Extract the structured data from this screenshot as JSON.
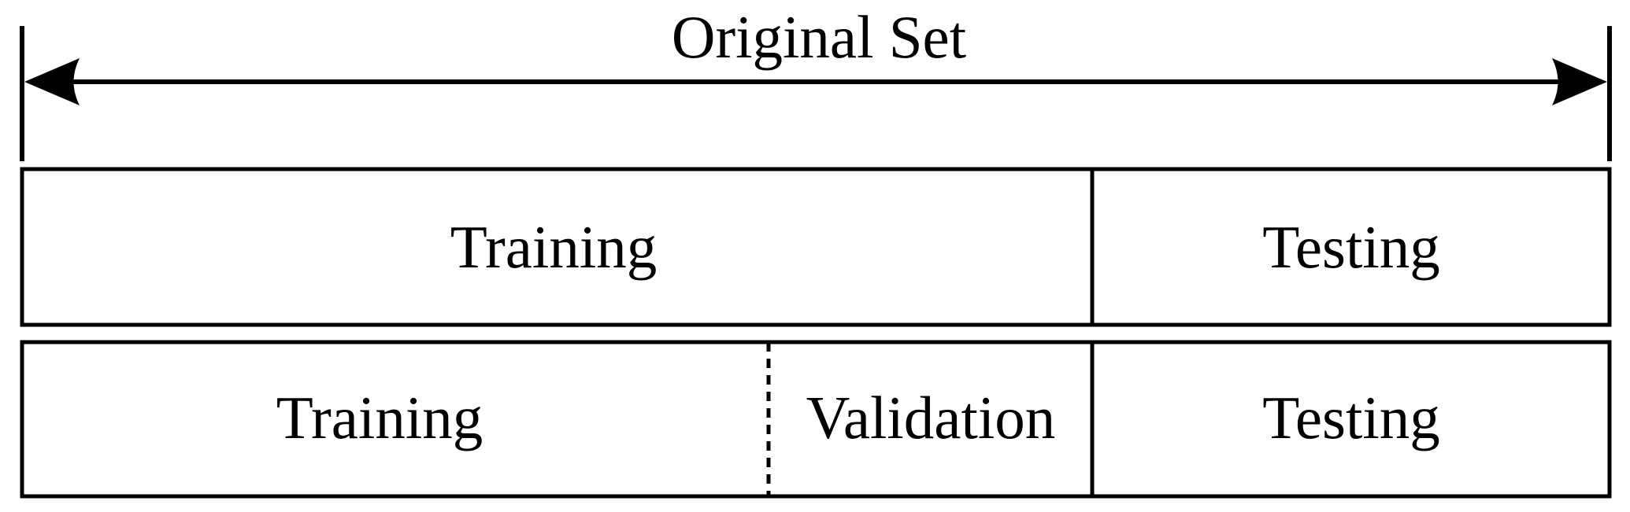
{
  "title": "Original Set",
  "split_one": {
    "segments": [
      {
        "label": "Training"
      },
      {
        "label": "Testing"
      }
    ]
  },
  "split_two": {
    "segments": [
      {
        "label": "Training"
      },
      {
        "label": "Validation"
      },
      {
        "label": "Testing"
      }
    ]
  },
  "colors": {
    "line": "#000000",
    "background": "#ffffff"
  }
}
